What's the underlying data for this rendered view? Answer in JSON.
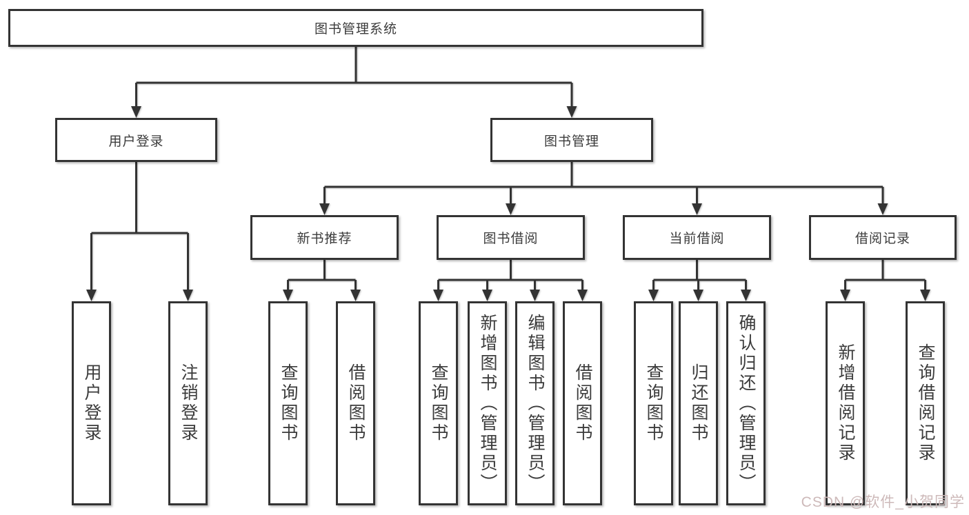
{
  "tree": {
    "root": {
      "label": "图书管理系统",
      "children": [
        {
          "label": "用户登录",
          "children": [
            {
              "label": "用户登录"
            },
            {
              "label": "注销登录"
            }
          ]
        },
        {
          "label": "图书管理",
          "children": [
            {
              "label": "新书推荐",
              "children": [
                {
                  "label": "查询图书"
                },
                {
                  "label": "借阅图书"
                }
              ]
            },
            {
              "label": "图书借阅",
              "children": [
                {
                  "label": "查询图书"
                },
                {
                  "label": "新增图书（管理员）"
                },
                {
                  "label": "编辑图书（管理员）"
                },
                {
                  "label": "借阅图书"
                }
              ]
            },
            {
              "label": "当前借阅",
              "children": [
                {
                  "label": "查询图书"
                },
                {
                  "label": "归还图书"
                },
                {
                  "label": "确认归还（管理员）"
                }
              ]
            },
            {
              "label": "借阅记录",
              "children": [
                {
                  "label": "新增借阅记录"
                },
                {
                  "label": "查询借阅记录"
                }
              ]
            }
          ]
        }
      ]
    }
  },
  "watermark": {
    "text": "CSDN @软件_小贺同学"
  },
  "colors": {
    "line": "#333333",
    "text": "#3b3b3b",
    "watermark": "#cdb9b9",
    "background": "#ffffff"
  }
}
